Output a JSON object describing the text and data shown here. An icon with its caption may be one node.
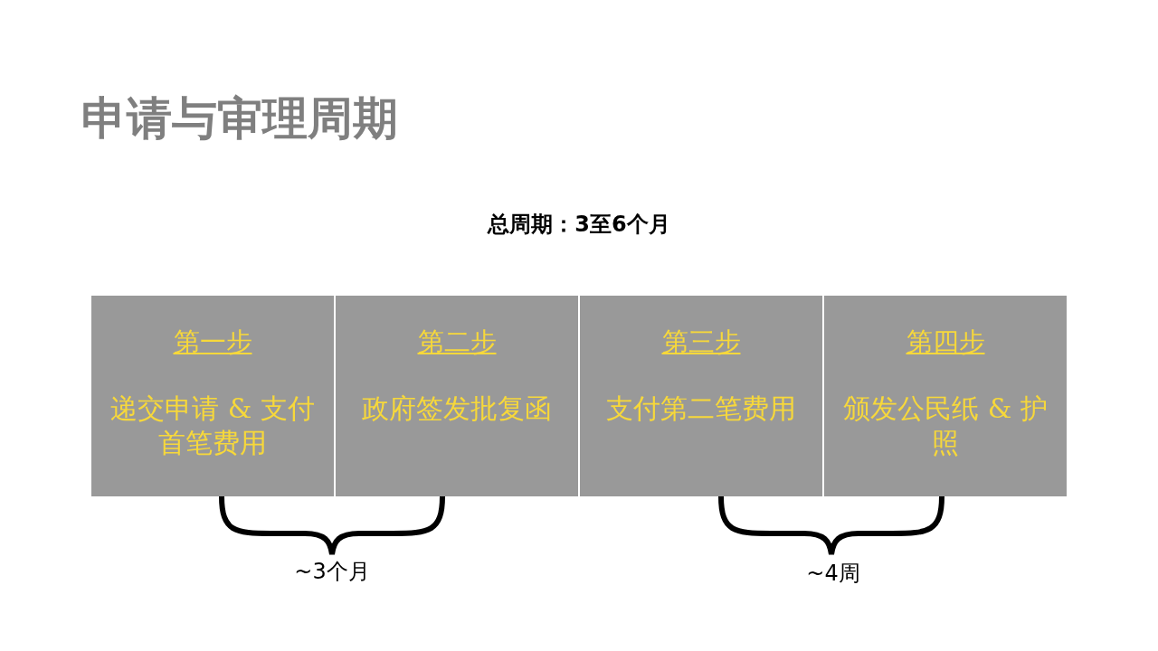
{
  "diagram": {
    "title": "申请与审理周期",
    "nodes": [
      {
        "text": [
          "第一步",
          "递交申请 & 支付首笔费用"
        ]
      },
      {
        "text": [
          "第二步",
          "政府签发批复函"
        ]
      },
      {
        "text": [
          "第三步",
          "支付第二笔费用"
        ]
      },
      {
        "text": [
          "第四步",
          "颁发公民纸 & 护照"
        ]
      }
    ],
    "labels": [
      "总周期：3至6个月",
      "~3个月",
      "~4周"
    ]
  }
}
